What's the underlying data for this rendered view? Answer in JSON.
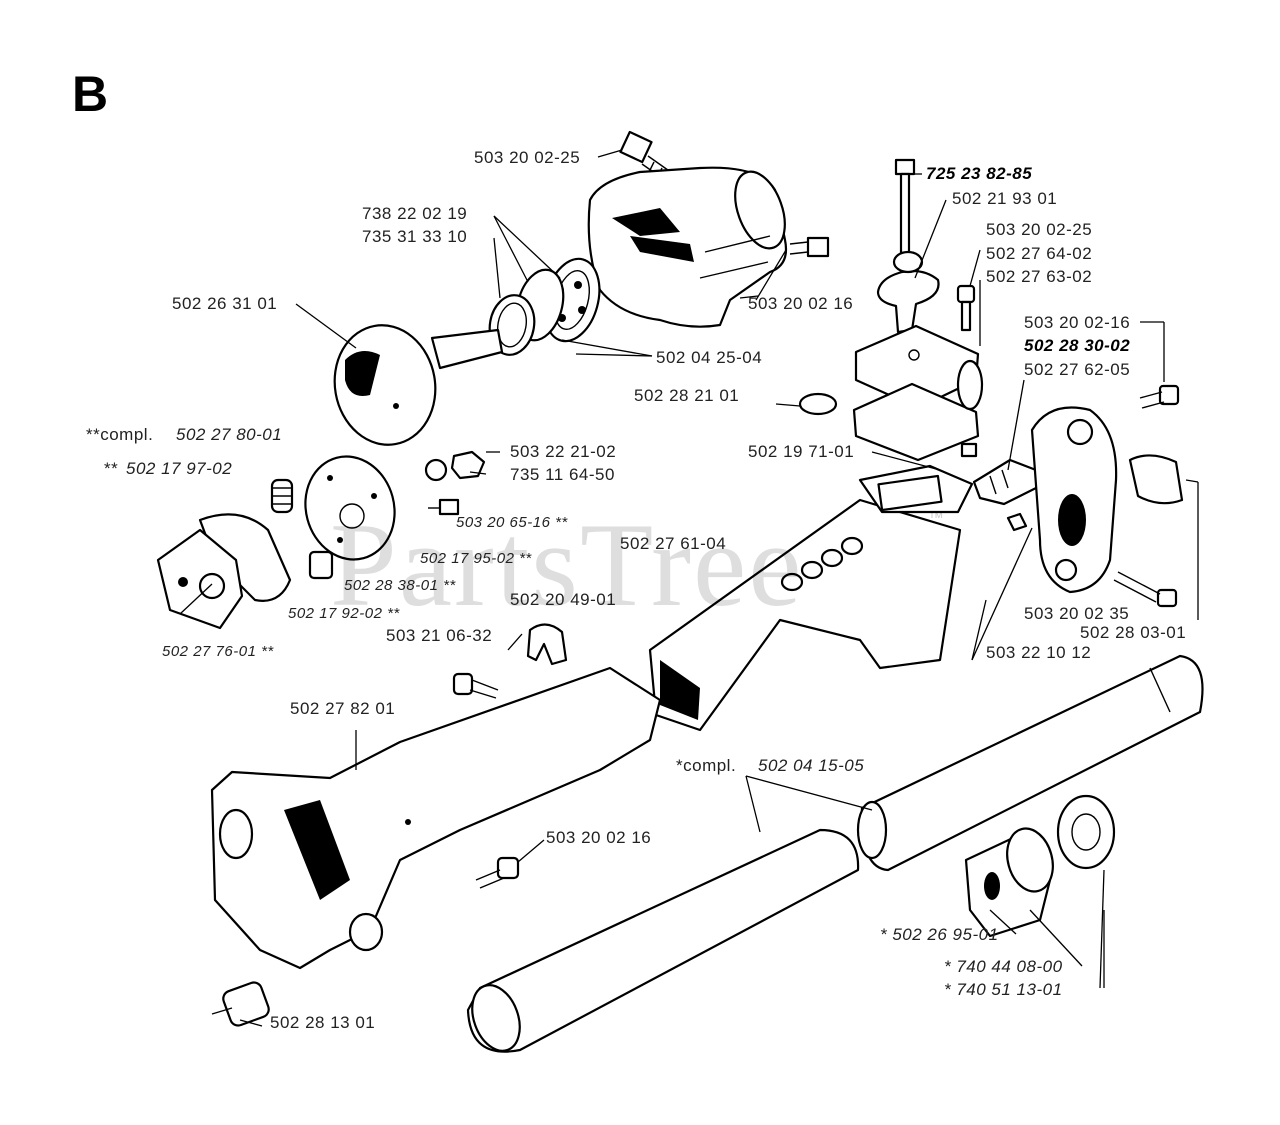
{
  "section_letter": "B",
  "watermark": {
    "text": "PartsTree",
    "tm": "™"
  },
  "labels": {
    "l01": "503 20 02-25",
    "l02": "725 23 82-85",
    "l03": "502 21 93 01",
    "l04": "738 22 02 19",
    "l05": "735 31 33 10",
    "l06": "503 20 02-25",
    "l07": "502 27 64-02",
    "l08": "502 27 63-02",
    "l09": "502 26 31 01",
    "l10": "503 20 02 16",
    "l11": "503 20 02-16",
    "l12": "502 28 30-02",
    "l13": "502 04 25-04",
    "l14": "502 27 62-05",
    "l15": "502 28 21 01",
    "l16_prefix": "**compl.",
    "l16": "502 27 80-01",
    "l17": "503 22 21-02",
    "l18_prefix": "**",
    "l18": "502 17 97-02",
    "l19": "735 11 64-50",
    "l20": "502 19 71-01",
    "l21": "503 20 65-16 **",
    "l22": "502 17 95-02 **",
    "l23": "502 27 61-04",
    "l24": "502 28 38-01 **",
    "l25": "502 17 92-02 **",
    "l26": "502 20 49-01",
    "l27": "503 20 02 35",
    "l28": "502 28 03-01",
    "l29": "502 27 76-01 **",
    "l30": "503 21 06-32",
    "l31": "503 22 10 12",
    "l32": "502 27 82 01",
    "l33_prefix": "*compl.",
    "l33": "502 04 15-05",
    "l34": "503 20 02 16",
    "l35": "* 502 26 95-01",
    "l36": "* 740 44 08-00",
    "l37": "* 740 51 13-01",
    "l38": "502 28 13 01"
  }
}
